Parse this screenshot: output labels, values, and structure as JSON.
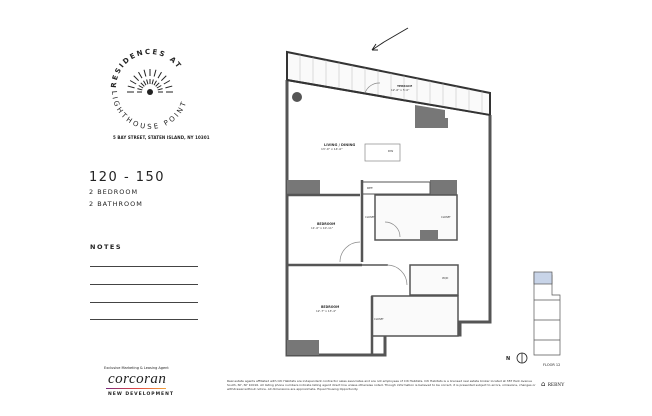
{
  "logo": {
    "text_top": "RESIDENCES AT",
    "text_bottom": "LIGHTHOUSE POINT"
  },
  "address": "5 BAY STREET, STATEN ISLAND, NY 10301",
  "unit": {
    "number": "120 - 150",
    "bedrooms": "2 BEDROOM",
    "bathrooms": "2 BATHROOM"
  },
  "notes_label": "NOTES",
  "agent": {
    "caption": "Exclusive Marketing & Leasing Agent",
    "brand": "corcoran",
    "division": "NEW DEVELOPMENT"
  },
  "plan": {
    "terrace": {
      "label": "TERRACE",
      "dims": "12'-6\" x 5'-0\""
    },
    "living": {
      "label": "LIVING / DINING",
      "dims": "13'-0\" x 14'-0\""
    },
    "bedroom1": {
      "label": "BEDROOM",
      "dims": "11'-0\" x 10'-11\""
    },
    "bedroom2": {
      "label": "BEDROOM",
      "dims": "12'-7\" x 13'-4\""
    },
    "closet": "CLOSET",
    "ref": "REF.",
    "dw": "DW",
    "wd": "W/D"
  },
  "key_plan": {
    "north": "N",
    "floor": "FLOOR 12"
  },
  "legal": "Real estate agents affiliated with Citi Habitats are independent contractor sales associates and are not employees of Citi Habitats. Citi Habitats is a licensed real estate broker located at 387 Park Avenue South, NY, NY 10016. All listing phone numbers indicate listing agent direct line unless otherwise noted. Though information is believed to be correct, it is presented subject to errors, omissions, changes or withdrawal without notice. All dimensions are approximate. Equal Housing Opportunity.",
  "equal_housing": "REBNY"
}
